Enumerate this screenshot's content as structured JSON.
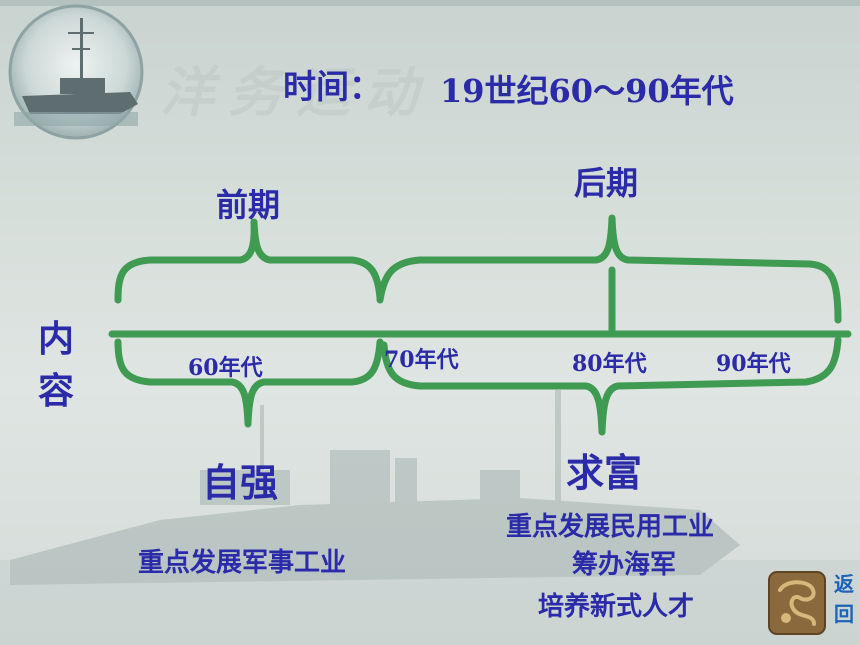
{
  "header": {
    "time_label": "时间：",
    "time_value": "19世纪60～90年代",
    "watermark": "洋务运动"
  },
  "timeline": {
    "side_label": [
      "内",
      "容"
    ],
    "periods": [
      {
        "name": "前期",
        "decades": [
          "60年代"
        ],
        "goal": "自强",
        "focus": [
          "重点发展军事工业"
        ]
      },
      {
        "name": "后期",
        "decades": [
          "70年代",
          "80年代",
          "90年代"
        ],
        "goal": "求富",
        "focus": [
          "重点发展民用工业",
          "筹办海军",
          "培养新式人才"
        ]
      }
    ]
  },
  "nav": {
    "return_label": [
      "返",
      "回"
    ]
  },
  "colors": {
    "accent_green": "#3f9a52",
    "text_navy": "#2b2aa8",
    "nav_blue": "#1c62b8"
  }
}
